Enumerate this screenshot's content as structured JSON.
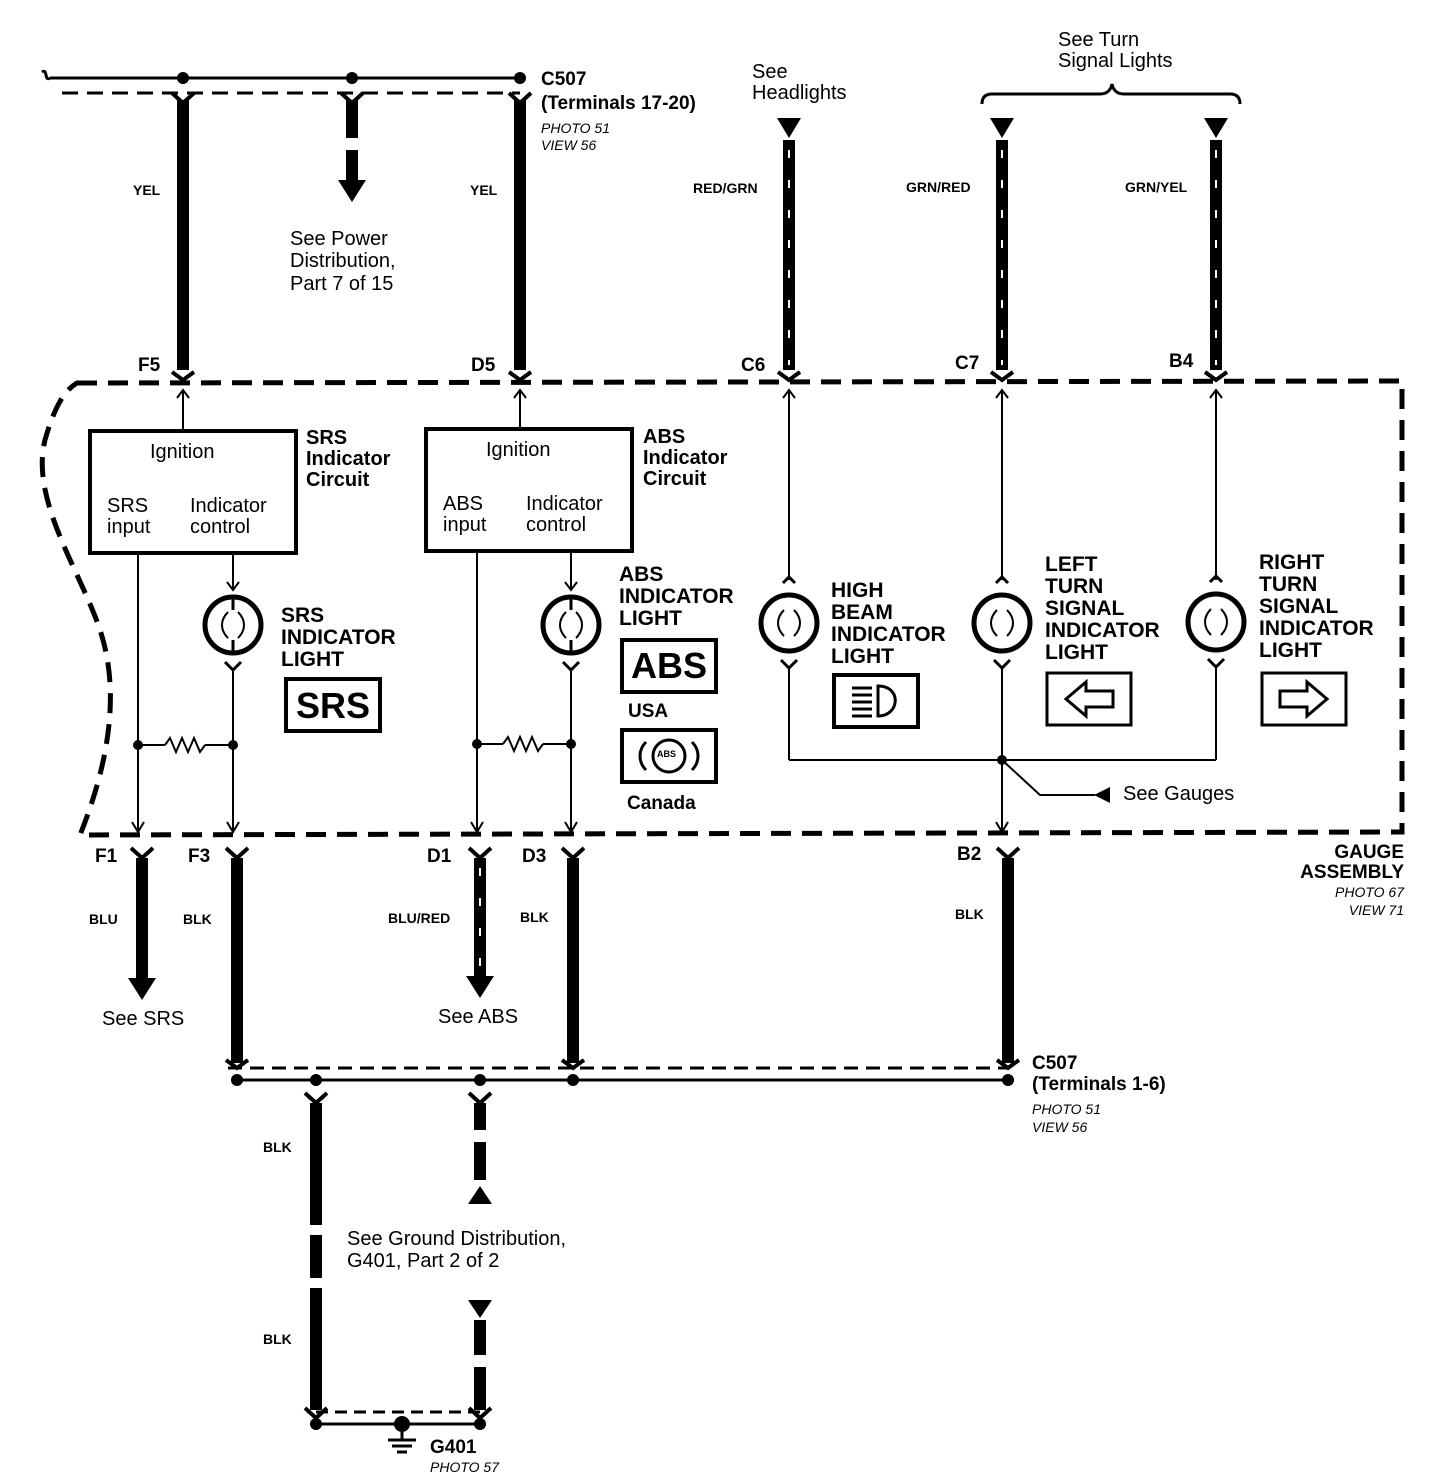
{
  "connectors": {
    "c507_top": {
      "name": "C507",
      "terminals": "(Terminals 17-20)",
      "photo": "PHOTO 51",
      "view": "VIEW 56"
    },
    "c507_bottom": {
      "name": "C507",
      "terminals": "(Terminals 1-6)",
      "photo": "PHOTO 51",
      "view": "VIEW 56"
    },
    "gauge_assembly": {
      "name": "GAUGE\nASSEMBLY",
      "photo": "PHOTO 67",
      "view": "VIEW 71"
    },
    "g401": {
      "name": "G401",
      "photo": "PHOTO 57"
    }
  },
  "references": {
    "headlights": "See\nHeadlights",
    "turn_signal": "See Turn\nSignal Lights",
    "power_distribution": "See Power\nDistribution,\nPart 7 of 15",
    "srs": "See SRS",
    "abs": "See ABS",
    "gauges": "See Gauges",
    "ground_distribution": "See Ground Distribution,\nG401, Part 2 of 2"
  },
  "wire_colors": {
    "yel_left": "YEL",
    "yel_right": "YEL",
    "red_grn": "RED/GRN",
    "grn_red": "GRN/RED",
    "grn_yel": "GRN/YEL",
    "blu": "BLU",
    "blk_f3": "BLK",
    "blu_red": "BLU/RED",
    "blk_d3": "BLK",
    "blk_b2": "BLK",
    "blk_ground_1": "BLK",
    "blk_ground_2": "BLK"
  },
  "terminals": {
    "f5": "F5",
    "d5": "D5",
    "c6": "C6",
    "c7": "C7",
    "b4": "B4",
    "f1": "F1",
    "f3": "F3",
    "d1": "D1",
    "d3": "D3",
    "b2": "B2"
  },
  "circuits": {
    "srs": {
      "title": "SRS\nIndicator\nCircuit",
      "ignition": "Ignition",
      "input": "SRS\ninput",
      "control": "Indicator\ncontrol",
      "light": "SRS\nINDICATOR\nLIGHT",
      "symbol": "SRS"
    },
    "abs": {
      "title": "ABS\nIndicator\nCircuit",
      "ignition": "Ignition",
      "input": "ABS\ninput",
      "control": "Indicator\ncontrol",
      "light": "ABS\nINDICATOR\nLIGHT",
      "symbol": "ABS",
      "usa": "USA",
      "canada": "Canada",
      "canada_symbol": "ABS"
    }
  },
  "lights": {
    "high_beam": "HIGH\nBEAM\nINDICATOR\nLIGHT",
    "left_turn": "LEFT\nTURN\nSIGNAL\nINDICATOR\nLIGHT",
    "right_turn": "RIGHT\nTURN\nSIGNAL\nINDICATOR\nLIGHT"
  },
  "icons": {
    "high_beam": "high-beam-icon",
    "left_turn": "left-arrow-icon",
    "right_turn": "right-arrow-icon",
    "bulb": "bulb-icon",
    "ground": "ground-icon",
    "resistor": "resistor-icon"
  },
  "colors": {
    "ink": "#000000",
    "paper": "#ffffff"
  }
}
